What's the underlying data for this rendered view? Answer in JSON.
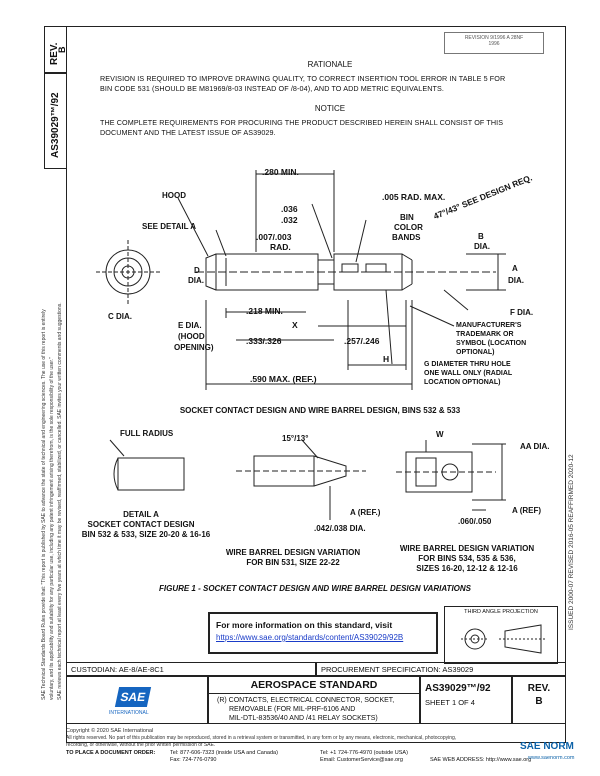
{
  "revision_box": {
    "text": "REVISION 9/1996 A 28NF",
    "date": "1996"
  },
  "rev_side": {
    "label": "REV.",
    "value": "B"
  },
  "doc_side": {
    "number": "AS39029™/92"
  },
  "rationale": {
    "heading": "RATIONALE",
    "text1": "REVISION IS REQUIRED TO IMPROVE DRAWING QUALITY, TO CORRECT INSERTION TOOL ERROR IN TABLE 5 FOR",
    "text2": "BIN CODE 531 (SHOULD BE M81969/8-03 INSTEAD OF /8-04), AND TO ADD METRIC EQUIVALENTS."
  },
  "notice": {
    "heading": "NOTICE",
    "text1": "THE COMPLETE REQUIREMENTS FOR PROCURING THE PRODUCT DESCRIBED HEREIN SHALL CONSIST OF THIS",
    "text2": "DOCUMENT AND THE LATEST ISSUE OF AS39029."
  },
  "left_margin_text": {
    "line1": "SAE Technical Standards Board Rules provide that: \"This report is published by SAE to advance the state of technical and engineering sciences. The use of this report is entirely",
    "line2": "voluntary, and its applicability and suitability for any particular use, including any patent infringement arising therefrom, is the sole responsibility of the user.\"",
    "line3": "SAE reviews each technical report at least every five years at which time it may be revised, reaffirmed, stabilized, or cancelled. SAE invites your written comments and suggestions."
  },
  "right_margin_text": "ISSUED 2000-07   REVISED 2016-05   REAFFIRMED 2020-12",
  "drawing": {
    "dims": {
      "d280": ".280 MIN.",
      "d005": ".005 RAD. MAX.",
      "d036": ".036",
      "d032": ".032",
      "d007": ".007/.003",
      "rad": "RAD.",
      "angle": "47°/43° SEE DESIGN REQ.",
      "d218": ".218 MIN.",
      "d257": ".257/.246",
      "d333": ".333/.326",
      "d590": ".590 MAX. (REF.)",
      "x": "X",
      "h": "H"
    },
    "labels": {
      "hood": "HOOD",
      "see_detail": "SEE DETAIL A",
      "bin_color": "BIN",
      "bin_color2": "COLOR",
      "bin_color3": "BANDS",
      "b_dia": "B",
      "b_dia2": "DIA.",
      "d_dia": "D",
      "d_dia2": "DIA.",
      "a_dia": "A",
      "a_dia2": "DIA.",
      "c_dia": "C DIA.",
      "e_dia": "E DIA.",
      "hood_open1": "(HOOD",
      "hood_open2": "OPENING)",
      "f_dia": "F DIA.",
      "mfr1": "MANUFACTURER'S",
      "mfr2": "TRADEMARK OR",
      "mfr3": "SYMBOL (LOCATION",
      "mfr4": "OPTIONAL)",
      "g1": "G DIAMETER THRU HOLE",
      "g2": "ONE WALL ONLY (RADIAL",
      "g3": "LOCATION OPTIONAL)"
    },
    "caption_main": "SOCKET CONTACT DESIGN AND WIRE BARREL DESIGN, BINS 532 & 533",
    "detail": {
      "full_radius": "FULL RADIUS",
      "title": "DETAIL A",
      "sub1": "SOCKET CONTACT DESIGN",
      "sub2": "BIN 532 & 533, SIZE 20-20 & 16-16"
    },
    "variation1": {
      "angle": "15°/13°",
      "a_ref": "A (REF.)",
      "d042": ".042/.038 DIA.",
      "cap1": "WIRE BARREL DESIGN VARIATION",
      "cap2": "FOR BIN 531, SIZE 22-22"
    },
    "variation2": {
      "w": "W",
      "aa_dia": "AA DIA.",
      "a_ref": "A (REF)",
      "d060": ".060/.050",
      "cap1": "WIRE BARREL DESIGN VARIATION",
      "cap2": "FOR BINS 534, 535 & 536,",
      "cap3": "SIZES 16-20, 12-12 & 12-16"
    },
    "figure_caption": "FIGURE 1 - SOCKET CONTACT DESIGN AND WIRE BARREL DESIGN VARIATIONS"
  },
  "info_box": {
    "line1": "For more information on this standard, visit",
    "link": "https://www.sae.org/standards/content/AS39029/92B"
  },
  "third_angle": "THIRD ANGLE PROJECTION",
  "title_block": {
    "custodian": "CUSTODIAN: AE-8/AE-8C1",
    "procurement": "PROCUREMENT SPECIFICATION: AS39029",
    "standard": "AEROSPACE STANDARD",
    "desc1": "(R) CONTACTS, ELECTRICAL CONNECTOR, SOCKET,",
    "desc2": "REMOVABLE (FOR MIL-PRF-6106 AND",
    "desc3": "MIL-DTL-83536/40 AND /41 RELAY SOCKETS)",
    "doc": "AS39029™/92",
    "sheet": "SHEET 1 OF 4",
    "rev_label": "REV.",
    "rev_value": "B",
    "sae": "SAE",
    "sae_sub": "INTERNATIONAL"
  },
  "footer": {
    "copyright": "Copyright © 2020 SAE International",
    "rights1": "All rights reserved. No part of this publication may be reproduced, stored in a retrieval system or transmitted, in any form or by any means, electronic, mechanical, photocopying,",
    "rights2": "recording, or otherwise, without the prior written permission of SAE.",
    "order": "TO PLACE A DOCUMENT ORDER:",
    "tel": "Tel: 877-606-7323 (inside USA and Canada)",
    "fax": "Fax: 724-776-0790",
    "tel2": "Tel: +1 724-776-4970 (outside USA)",
    "email": "Email: CustomerService@sae.org",
    "web": "SAE WEB ADDRESS: http://www.sae.org"
  },
  "watermark": {
    "brand": "SAE NORM",
    "site": "www.saenorm.com"
  }
}
